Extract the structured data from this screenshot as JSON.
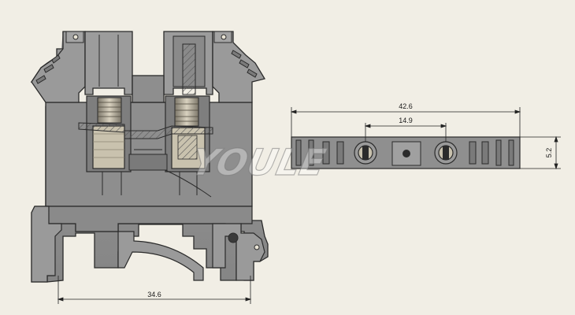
{
  "watermark": {
    "text": "YOULE"
  },
  "dimensions": {
    "front_width": "34.6",
    "top_length": "42.6",
    "pitch": "14.9",
    "height": "5.2"
  },
  "colors": {
    "background": "#f1eee5",
    "body": "#8f8f8f",
    "body_dark": "#6c6c6c",
    "body_light": "#a8a8a8",
    "outline": "#2b2b2b",
    "metal": "#c9c2ae",
    "metal_dark": "#8a8472"
  }
}
